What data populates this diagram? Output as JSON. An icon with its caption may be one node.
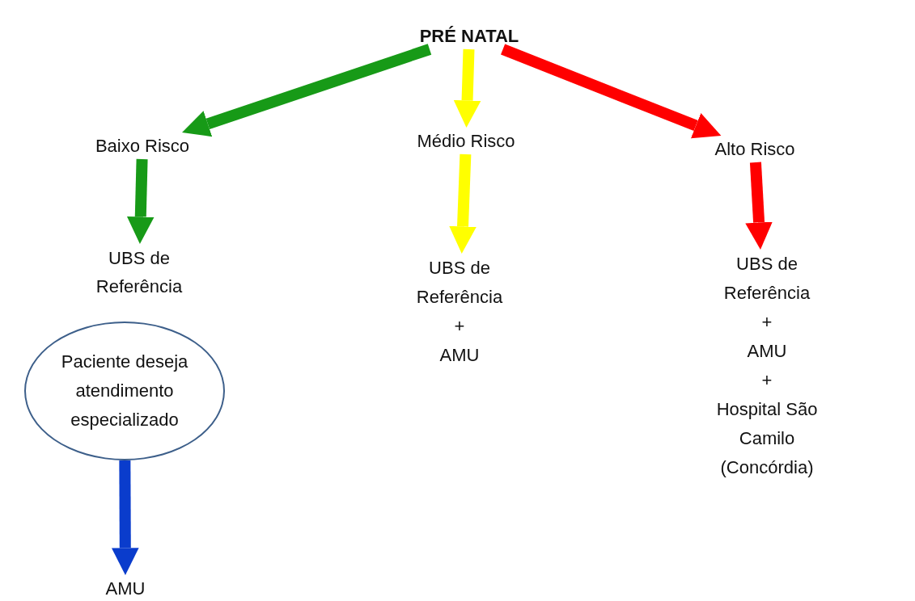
{
  "diagram": {
    "nodes": [
      {
        "text": [
          "PRÉ NATAL"
        ]
      },
      {
        "text": [
          "Baixo Risco"
        ]
      },
      {
        "text": [
          "Médio Risco"
        ]
      },
      {
        "text": [
          "Alto Risco"
        ]
      },
      {
        "text": [
          "UBS de Referência"
        ]
      },
      {
        "text": [
          "Paciente deseja atendimento especializado"
        ]
      },
      {
        "text": [
          "AMU"
        ]
      },
      {
        "text": [
          "UBS de Referência",
          "+",
          "AMU"
        ]
      },
      {
        "text": [
          "UBS de Referência",
          "+",
          "AMU",
          "+",
          "Hospital São Camilo (Concórdia)"
        ]
      }
    ],
    "edges": [
      {
        "from": 0,
        "to": 1,
        "arrow": "to",
        "color": "#179a17"
      },
      {
        "from": 0,
        "to": 2,
        "arrow": "to",
        "color": "#ffff00"
      },
      {
        "from": 0,
        "to": 3,
        "arrow": "to",
        "color": "#ff0000"
      },
      {
        "from": 1,
        "to": 4,
        "arrow": "to",
        "color": "#179a17"
      },
      {
        "from": 2,
        "to": 7,
        "arrow": "to",
        "color": "#ffff00"
      },
      {
        "from": 3,
        "to": 8,
        "arrow": "to",
        "color": "#ff0000"
      },
      {
        "from": 5,
        "to": 6,
        "arrow": "to",
        "color": "#0a3ccc"
      }
    ]
  }
}
